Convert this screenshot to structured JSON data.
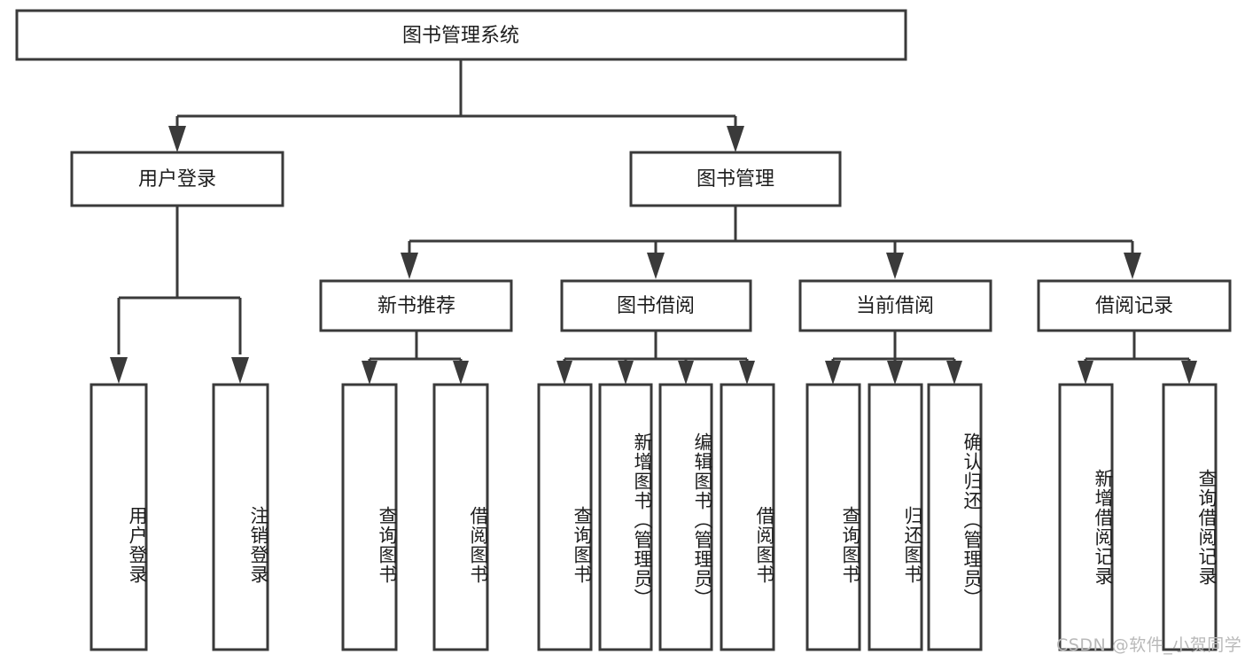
{
  "diagram": {
    "type": "tree-hierarchy",
    "title": "图书管理系统",
    "orientation": "top-down",
    "colors": {
      "box_fill": "#ffffff",
      "box_stroke": "#3a3a3a",
      "connector": "#3a3a3a",
      "text": "#1d1d1d",
      "watermark": "#b9b9b9",
      "background": "#ffffff"
    },
    "root": {
      "label": "图书管理系统"
    },
    "level1": [
      {
        "label": "用户登录"
      },
      {
        "label": "图书管理"
      }
    ],
    "level2": [
      {
        "label": "新书推荐"
      },
      {
        "label": "图书借阅"
      },
      {
        "label": "当前借阅"
      },
      {
        "label": "借阅记录"
      }
    ],
    "leaves": {
      "user_login": [
        {
          "label": "用户登录"
        },
        {
          "label": "注销登录"
        }
      ],
      "new_book_recommend": [
        {
          "label": "查询图书"
        },
        {
          "label": "借阅图书"
        }
      ],
      "book_borrow": [
        {
          "label": "查询图书"
        },
        {
          "label": "新增图书（管理员）"
        },
        {
          "label": "编辑图书（管理员）"
        },
        {
          "label": "借阅图书"
        }
      ],
      "current_borrow": [
        {
          "label": "查询图书"
        },
        {
          "label": "归还图书"
        },
        {
          "label": "确认归还（管理员）"
        }
      ],
      "borrow_record": [
        {
          "label": "新增借阅记录"
        },
        {
          "label": "查询借阅记录"
        }
      ]
    },
    "watermark": "CSDN @软件_小贺同学"
  }
}
